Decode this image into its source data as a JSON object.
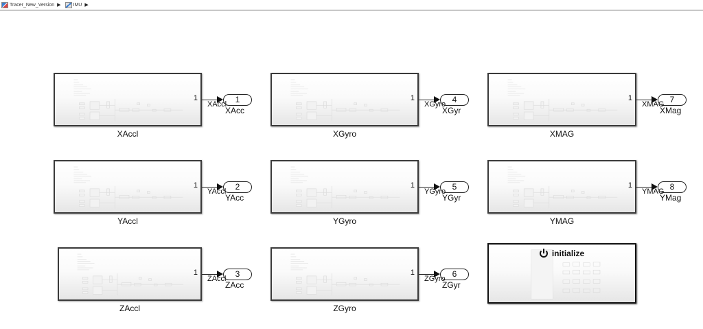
{
  "breadcrumb": {
    "items": [
      {
        "label": "Tracer_New_Version",
        "icon": "model-icon"
      },
      {
        "label": "IMU",
        "icon": "subsystem-icon"
      }
    ]
  },
  "blocks": [
    {
      "name": "XAccl",
      "port": "1",
      "signal": "XAccl",
      "outport_num": "1",
      "outport_name": "XAcc"
    },
    {
      "name": "XGyro",
      "port": "1",
      "signal": "XGyro",
      "outport_num": "4",
      "outport_name": "XGyr"
    },
    {
      "name": "XMAG",
      "port": "1",
      "signal": "XMAG",
      "outport_num": "7",
      "outport_name": "XMag"
    },
    {
      "name": "YAccl",
      "port": "1",
      "signal": "YAccl",
      "outport_num": "2",
      "outport_name": "YAcc"
    },
    {
      "name": "YGyro",
      "port": "1",
      "signal": "YGyro",
      "outport_num": "5",
      "outport_name": "YGyr"
    },
    {
      "name": "YMAG",
      "port": "1",
      "signal": "YMAG",
      "outport_num": "8",
      "outport_name": "YMag"
    },
    {
      "name": "ZAccl",
      "port": "1",
      "signal": "ZAccl",
      "outport_num": "3",
      "outport_name": "ZAcc"
    },
    {
      "name": "ZGyro",
      "port": "1",
      "signal": "ZGyro",
      "outport_num": "6",
      "outport_name": "ZGyr"
    }
  ],
  "init_block": {
    "title": "initialize",
    "icon": "power-icon"
  }
}
